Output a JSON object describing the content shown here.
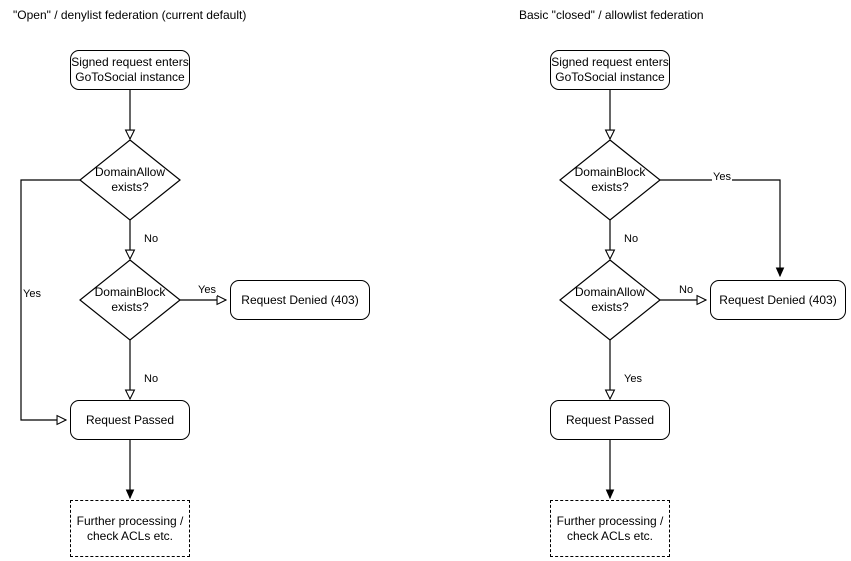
{
  "diagram": {
    "title_left": "\"Open\" / denylist federation (current default)",
    "title_right": "Basic \"closed\" / allowlist federation",
    "panels": [
      {
        "id": "open-denylist",
        "title": "\"Open\" / denylist federation (current default)",
        "nodes": {
          "start": "Signed request enters\nGoToSocial instance",
          "decision1": "DomainAllow\nexists?",
          "decision2": "DomainBlock\nexists?",
          "denied": "Request Denied (403)",
          "passed": "Request Passed",
          "further": "Further processing /\ncheck ACLs etc."
        },
        "edge_labels": {
          "allow_yes": "Yes",
          "allow_no": "No",
          "block_yes": "Yes",
          "block_no": "No"
        }
      },
      {
        "id": "closed-allowlist",
        "title": "Basic \"closed\" / allowlist federation",
        "nodes": {
          "start": "Signed request enters\nGoToSocial instance",
          "decision1": "DomainBlock\nexists?",
          "decision2": "DomainAllow\nexists?",
          "denied": "Request Denied (403)",
          "passed": "Request Passed",
          "further": "Further processing /\ncheck ACLs etc."
        },
        "edge_labels": {
          "block_yes": "Yes",
          "block_no": "No",
          "allow_no": "No",
          "allow_yes": "Yes"
        }
      }
    ],
    "colors": {
      "stroke": "#000000",
      "fill": "#ffffff",
      "text": "#000000"
    }
  }
}
